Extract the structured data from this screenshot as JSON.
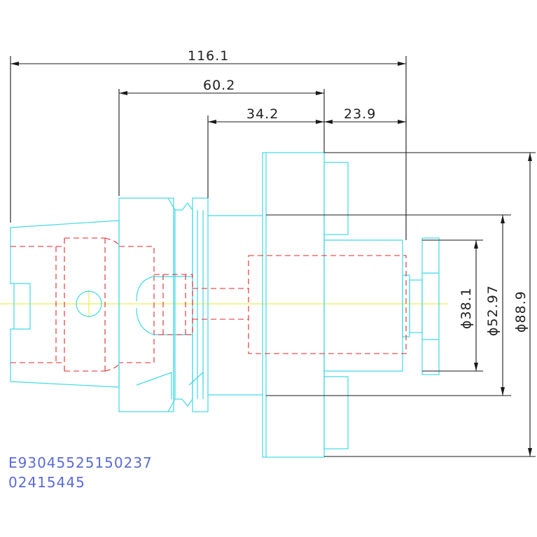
{
  "dimensions": {
    "overall_length": "116.1",
    "shank_to_face": "60.2",
    "flange_to_face": "34.2",
    "pilot_length": "23.9",
    "dia_small": "ϕ38.1",
    "dia_mid": "ϕ52.97",
    "dia_large": "ϕ88.9"
  },
  "part_codes": {
    "line1": "E93045525150237",
    "line2": "02415445"
  },
  "colors": {
    "outline": "#41d8e6",
    "hidden": "#e0282a",
    "dimension": "#1a1a1a",
    "centerline": "#e8e82c",
    "code_text": "#5a6bd6"
  }
}
